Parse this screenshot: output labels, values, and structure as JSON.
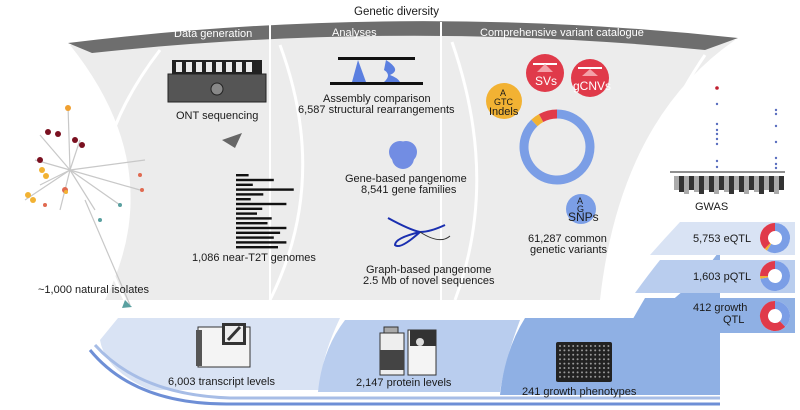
{
  "title": "Genetic diversity",
  "stages": [
    {
      "label": "Data generation"
    },
    {
      "label": "Analyses"
    },
    {
      "label": "Comprehensive variant catalogue"
    }
  ],
  "isolates": {
    "label": "~1,000 natural isolates"
  },
  "data_generation": {
    "sequencing_label": "ONT sequencing",
    "genomes_label": "1,086 near-T2T genomes"
  },
  "analyses": {
    "assembly_title": "Assembly comparison",
    "assembly_value": "6,587 structural rearrangements",
    "gene_title": "Gene-based pangenome",
    "gene_value": "8,541 gene families",
    "graph_title": "Graph-based pangenome",
    "graph_value": "2.5 Mb of novel sequences"
  },
  "variants": {
    "svs_label": "SVs",
    "gcnvs_label": "gCNVs",
    "indels_label": "Indels",
    "indels_glyph": "GTC",
    "indels_top": "A",
    "snps_label": "SNPs",
    "snps_top": "A",
    "snps_bottom": "G",
    "summary_line1": "61,287 common",
    "summary_line2": "genetic variants",
    "composition": {
      "snps": 0.88,
      "indels": 0.04,
      "svs": 0.08
    }
  },
  "gwas": {
    "label": "GWAS"
  },
  "qtl": [
    {
      "label": "5,753 eQTL",
      "red": 0.38,
      "yellow": 0.03,
      "blue": 0.59
    },
    {
      "label": "1,603 pQTL",
      "red": 0.25,
      "yellow": 0.03,
      "blue": 0.72
    },
    {
      "label_line1": "412 growth",
      "label_line2": "QTL",
      "red": 0.62,
      "yellow": 0.0,
      "blue": 0.38
    }
  ],
  "phenotypes": {
    "transcript_label": "6,003 transcript levels",
    "protein_label": "2,147 protein levels",
    "growth_label": "241 growth phenotypes"
  },
  "colors": {
    "header_band": "#6e6e6e",
    "panel_bg": "#ececec",
    "blue": "#7b9ee6",
    "red": "#e03a4a",
    "yellow": "#f2b233",
    "dark_red": "#7a1020",
    "band1": "#d9e3f4",
    "band2": "#b9cdee",
    "band3": "#8fb0e4"
  }
}
